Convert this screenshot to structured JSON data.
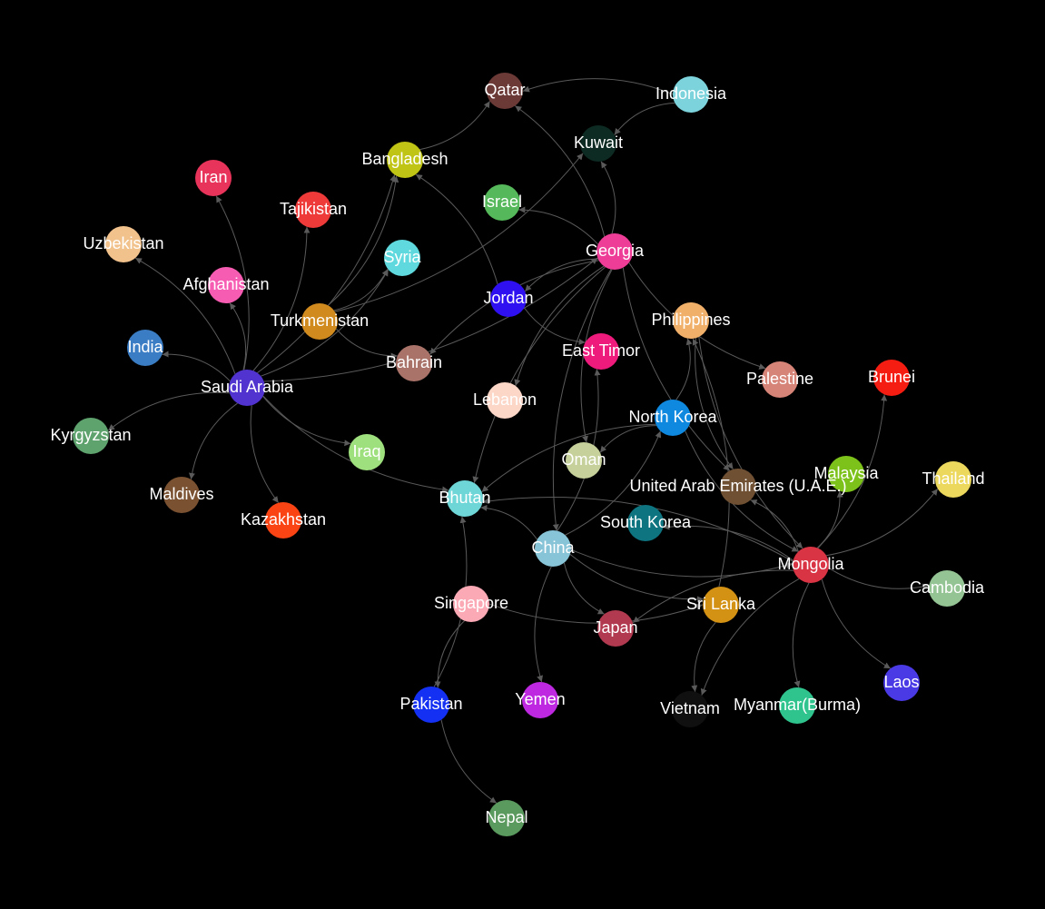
{
  "graph": {
    "background": "#000000",
    "label_color": "#ffffff",
    "edge_color": "#5a5a5a",
    "nodes": [
      {
        "id": "qatar",
        "label": "Qatar",
        "color": "#6b3a37"
      },
      {
        "id": "indonesia",
        "label": "Indonesia",
        "color": "#7dd3dc"
      },
      {
        "id": "kuwait",
        "label": "Kuwait",
        "color": "#0d2b22"
      },
      {
        "id": "bangladesh",
        "label": "Bangladesh",
        "color": "#c0c414"
      },
      {
        "id": "iran",
        "label": "Iran",
        "color": "#e8335a"
      },
      {
        "id": "tajikistan",
        "label": "Tajikistan",
        "color": "#ef3a3a"
      },
      {
        "id": "israel",
        "label": "Israel",
        "color": "#55b85a"
      },
      {
        "id": "uzbekistan",
        "label": "Uzbekistan",
        "color": "#f2c28c"
      },
      {
        "id": "syria",
        "label": "Syria",
        "color": "#5fd9dd"
      },
      {
        "id": "georgia",
        "label": "Georgia",
        "color": "#ee3d97"
      },
      {
        "id": "afghanistan",
        "label": "Afghanistan",
        "color": "#f75cb3"
      },
      {
        "id": "jordan",
        "label": "Jordan",
        "color": "#2e10f0"
      },
      {
        "id": "turkmenistan",
        "label": "Turkmenistan",
        "color": "#d08a1e"
      },
      {
        "id": "philippines",
        "label": "Philippines",
        "color": "#f1b06a"
      },
      {
        "id": "india",
        "label": "India",
        "color": "#3b7dc4"
      },
      {
        "id": "east_timor",
        "label": "East Timor",
        "color": "#ee1b7c"
      },
      {
        "id": "bahrain",
        "label": "Bahrain",
        "color": "#a9736a"
      },
      {
        "id": "brunei",
        "label": "Brunei",
        "color": "#f51d12"
      },
      {
        "id": "palestine",
        "label": "Palestine",
        "color": "#d68478"
      },
      {
        "id": "saudi_arabia",
        "label": "Saudi Arabia",
        "color": "#5133d0"
      },
      {
        "id": "lebanon",
        "label": "Lebanon",
        "color": "#fcd6c6"
      },
      {
        "id": "north_korea",
        "label": "North Korea",
        "color": "#0f88e0"
      },
      {
        "id": "kyrgyzstan",
        "label": "Kyrgyzstan",
        "color": "#5ea26e"
      },
      {
        "id": "iraq",
        "label": "Iraq",
        "color": "#9fe07e"
      },
      {
        "id": "oman",
        "label": "Oman",
        "color": "#c5d09a"
      },
      {
        "id": "malaysia",
        "label": "Malaysia",
        "color": "#7dc21b"
      },
      {
        "id": "thailand",
        "label": "Thailand",
        "color": "#ecd85c"
      },
      {
        "id": "uae",
        "label": "United Arab Emirates (U.A.E.)",
        "color": "#6f5033"
      },
      {
        "id": "maldives",
        "label": "Maldives",
        "color": "#7a5232"
      },
      {
        "id": "bhutan",
        "label": "Bhutan",
        "color": "#6fd6d8"
      },
      {
        "id": "kazakhstan",
        "label": "Kazakhstan",
        "color": "#fa4413"
      },
      {
        "id": "south_korea",
        "label": "South Korea",
        "color": "#0e7480"
      },
      {
        "id": "china",
        "label": "China",
        "color": "#88c4d8"
      },
      {
        "id": "mongolia",
        "label": "Mongolia",
        "color": "#d83444"
      },
      {
        "id": "cambodia",
        "label": "Cambodia",
        "color": "#94c494"
      },
      {
        "id": "singapore",
        "label": "Singapore",
        "color": "#fbaab5"
      },
      {
        "id": "sri_lanka",
        "label": "Sri Lanka",
        "color": "#d49214"
      },
      {
        "id": "japan",
        "label": "Japan",
        "color": "#b23a50"
      },
      {
        "id": "laos",
        "label": "Laos",
        "color": "#4a3ae6"
      },
      {
        "id": "pakistan",
        "label": "Pakistan",
        "color": "#1430f2"
      },
      {
        "id": "yemen",
        "label": "Yemen",
        "color": "#bd28e0"
      },
      {
        "id": "vietnam",
        "label": "Vietnam",
        "color": "#101010"
      },
      {
        "id": "myanmar",
        "label": "Myanmar(Burma)",
        "color": "#2fc48e"
      },
      {
        "id": "nepal",
        "label": "Nepal",
        "color": "#5b9a5e"
      }
    ],
    "edges": [
      {
        "source": "indonesia",
        "target": "qatar"
      },
      {
        "source": "indonesia",
        "target": "kuwait"
      },
      {
        "source": "bangladesh",
        "target": "qatar"
      },
      {
        "source": "georgia",
        "target": "qatar"
      },
      {
        "source": "georgia",
        "target": "kuwait"
      },
      {
        "source": "georgia",
        "target": "israel"
      },
      {
        "source": "georgia",
        "target": "palestine"
      },
      {
        "source": "georgia",
        "target": "lebanon"
      },
      {
        "source": "georgia",
        "target": "bahrain"
      },
      {
        "source": "georgia",
        "target": "jordan"
      },
      {
        "source": "georgia",
        "target": "oman"
      },
      {
        "source": "georgia",
        "target": "china"
      },
      {
        "source": "georgia",
        "target": "bhutan"
      },
      {
        "source": "georgia",
        "target": "uae"
      },
      {
        "source": "saudi_arabia",
        "target": "iran"
      },
      {
        "source": "saudi_arabia",
        "target": "tajikistan"
      },
      {
        "source": "saudi_arabia",
        "target": "bangladesh"
      },
      {
        "source": "saudi_arabia",
        "target": "uzbekistan"
      },
      {
        "source": "saudi_arabia",
        "target": "afghanistan"
      },
      {
        "source": "saudi_arabia",
        "target": "syria"
      },
      {
        "source": "saudi_arabia",
        "target": "india"
      },
      {
        "source": "saudi_arabia",
        "target": "kyrgyzstan"
      },
      {
        "source": "saudi_arabia",
        "target": "maldives"
      },
      {
        "source": "saudi_arabia",
        "target": "kazakhstan"
      },
      {
        "source": "saudi_arabia",
        "target": "iraq"
      },
      {
        "source": "saudi_arabia",
        "target": "bhutan"
      },
      {
        "source": "saudi_arabia",
        "target": "georgia"
      },
      {
        "source": "turkmenistan",
        "target": "bangladesh"
      },
      {
        "source": "turkmenistan",
        "target": "syria"
      },
      {
        "source": "turkmenistan",
        "target": "bahrain"
      },
      {
        "source": "turkmenistan",
        "target": "kuwait"
      },
      {
        "source": "jordan",
        "target": "bangladesh"
      },
      {
        "source": "jordan",
        "target": "east_timor"
      },
      {
        "source": "north_korea",
        "target": "bhutan"
      },
      {
        "source": "north_korea",
        "target": "oman"
      },
      {
        "source": "north_korea",
        "target": "philippines"
      },
      {
        "source": "north_korea",
        "target": "mongolia"
      },
      {
        "source": "china",
        "target": "bhutan"
      },
      {
        "source": "china",
        "target": "east_timor"
      },
      {
        "source": "china",
        "target": "north_korea"
      },
      {
        "source": "china",
        "target": "sri_lanka"
      },
      {
        "source": "china",
        "target": "yemen"
      },
      {
        "source": "china",
        "target": "japan"
      },
      {
        "source": "china",
        "target": "mongolia"
      },
      {
        "source": "mongolia",
        "target": "bhutan"
      },
      {
        "source": "mongolia",
        "target": "south_korea"
      },
      {
        "source": "mongolia",
        "target": "brunei"
      },
      {
        "source": "mongolia",
        "target": "malaysia"
      },
      {
        "source": "mongolia",
        "target": "thailand"
      },
      {
        "source": "mongolia",
        "target": "cambodia"
      },
      {
        "source": "mongolia",
        "target": "laos"
      },
      {
        "source": "mongolia",
        "target": "myanmar"
      },
      {
        "source": "mongolia",
        "target": "vietnam"
      },
      {
        "source": "mongolia",
        "target": "japan"
      },
      {
        "source": "mongolia",
        "target": "uae"
      },
      {
        "source": "philippines",
        "target": "uae"
      },
      {
        "source": "philippines",
        "target": "mongolia"
      },
      {
        "source": "sri_lanka",
        "target": "philippines"
      },
      {
        "source": "sri_lanka",
        "target": "vietnam"
      },
      {
        "source": "singapore",
        "target": "pakistan"
      },
      {
        "source": "singapore",
        "target": "sri_lanka"
      },
      {
        "source": "pakistan",
        "target": "bhutan"
      },
      {
        "source": "pakistan",
        "target": "nepal"
      }
    ]
  }
}
